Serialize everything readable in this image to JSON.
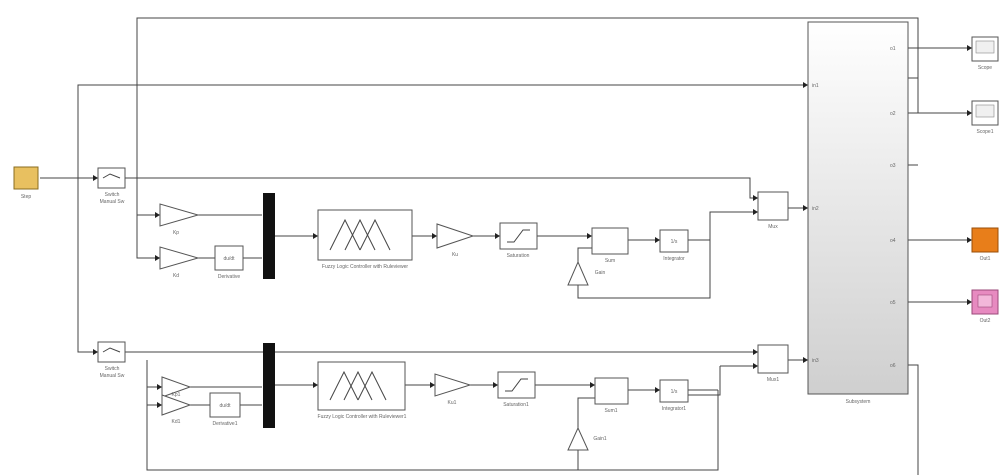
{
  "blocks": {
    "input_block": "Step",
    "switch1": "Switch",
    "switch1_sub": "Manual Sw",
    "switch2": "Switch",
    "switch2_sub": "Manual Sw",
    "gain_kp1": "Kp",
    "gain_kd1": "Kd",
    "deriv1": "du/dt",
    "deriv1_lbl": "Derivative",
    "fuzzy1_lbl": "Fuzzy Logic Controller with Ruleviewer",
    "gain_ku1": "Ku",
    "sat1": "Saturation",
    "sum1": "Sum",
    "integ1": "1/s",
    "integ1_lbl": "Integrator",
    "fbgain1": "Gain",
    "gain_kp2": "Kp1",
    "gain_kd2": "Kd1",
    "deriv2": "du/dt",
    "deriv2_lbl": "Derivative1",
    "fuzzy2_lbl": "Fuzzy Logic Controller with Ruleviewer1",
    "gain_ku2": "Ku1",
    "sat2": "Saturation1",
    "sum2": "Sum1",
    "integ2": "1/s",
    "integ2_lbl": "Integrator1",
    "fbgain2": "Gain1",
    "mux1": "Mux",
    "mux2": "Mux1",
    "plant": "Subsystem",
    "scope1": "Scope",
    "scope2": "Scope1",
    "out_orange": "Out1",
    "out_pink": "Out2"
  },
  "colors": {
    "input_yellow": "#e8c060",
    "out_orange": "#e87e1a",
    "out_pink": "#e78ac0",
    "plant_gray": "#d9d9d9"
  }
}
